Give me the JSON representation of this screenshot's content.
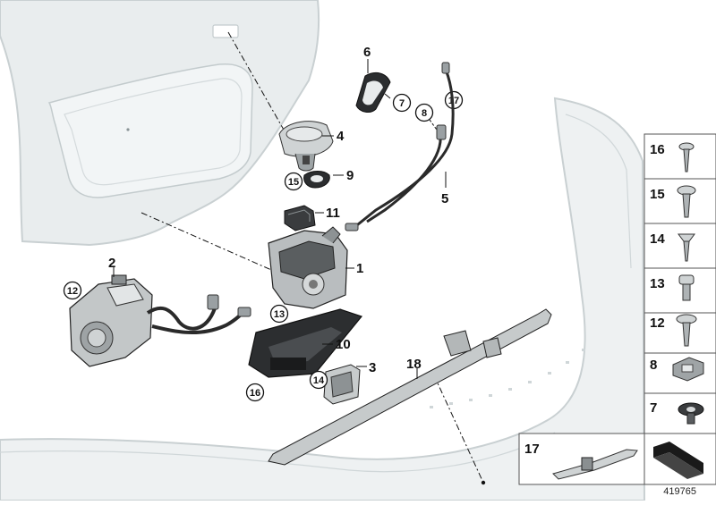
{
  "callouts": {
    "c1": "1",
    "c2": "2",
    "c3": "3",
    "c4": "4",
    "c5": "5",
    "c6": "6",
    "c9": "9",
    "c10": "10",
    "c11": "11",
    "c18": "18"
  },
  "circled": {
    "cc7": "7",
    "cc8": "8",
    "cc12": "12",
    "cc13": "13",
    "cc14": "14",
    "cc15": "15",
    "cc16": "16",
    "cc17": "17"
  },
  "legend": [
    "16",
    "15",
    "14",
    "13",
    "12",
    "8",
    "7"
  ],
  "clip_box_label": "17",
  "diagram_ref": "419765"
}
